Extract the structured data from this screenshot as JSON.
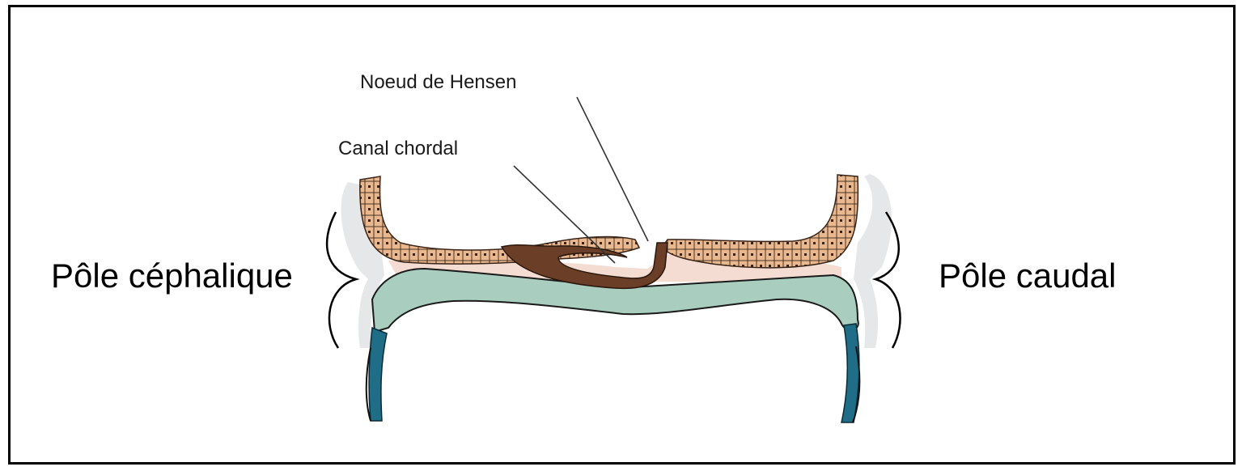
{
  "labels": {
    "cephalic_pole": "Pôle céphalique",
    "caudal_pole": "Pôle caudal",
    "hensen_node": "Noeud de Hensen",
    "chordal_canal": "Canal chordal"
  },
  "colors": {
    "ectoderm": "#e9b88f",
    "chorda": "#6b3f27",
    "endoderm": "#a9cdbf",
    "mesoderm": "#f4dcd2",
    "membrane": "#e6e7e8",
    "yolk_wall": "#1f6d86",
    "outline": "#000000"
  }
}
